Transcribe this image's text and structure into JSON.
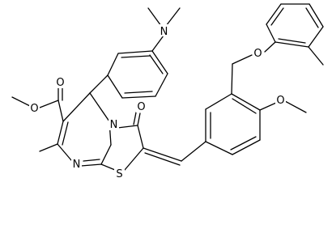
{
  "molecule": {
    "atoms": {
      "n_dimethyl": "N",
      "o_ester_carbonyl": "O",
      "o_ester_ether": "O",
      "o_ketone": "O",
      "n_ring_junction": "N",
      "n_pyrimidine": "N",
      "s_thiazole": "S",
      "o_aryl_ether": "O",
      "o_methoxy": "O"
    }
  },
  "colors": {
    "bond": "#000000",
    "text": "#000000",
    "background": "#ffffff"
  }
}
